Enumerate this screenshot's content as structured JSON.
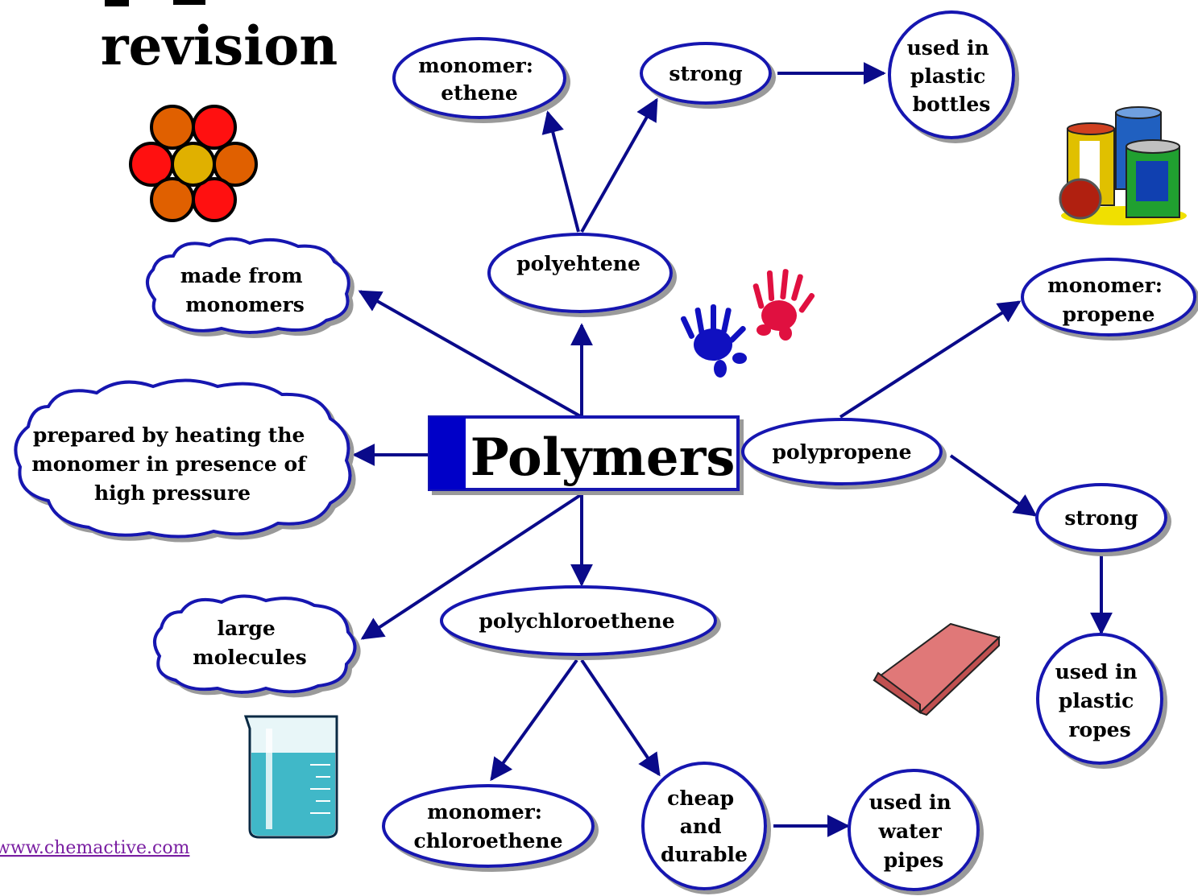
{
  "page": {
    "title_fragment": "revision",
    "center_label": "Polymers",
    "footer_link": "www.chemactive.com"
  },
  "nodes": {
    "mono_ethene": [
      "monomer:",
      "ethene"
    ],
    "strong_top": [
      "strong"
    ],
    "bottles": [
      "used in",
      "plastic",
      "bottles"
    ],
    "polyethene": [
      "polyehtene"
    ],
    "made_from": [
      "made from",
      "monomers"
    ],
    "prepared": [
      "prepared by heating the",
      "monomer in presence of",
      "high pressure"
    ],
    "large": [
      "large",
      "molecules"
    ],
    "polychloro": [
      "polychloroethene"
    ],
    "mono_chloro": [
      "monomer:",
      "chloroethene"
    ],
    "cheap": [
      "cheap",
      "and",
      "durable"
    ],
    "water": [
      "used in",
      "water",
      "pipes"
    ],
    "polypropene": [
      "polypropene"
    ],
    "mono_propene": [
      "monomer:",
      "propene"
    ],
    "strong_right": [
      "strong"
    ],
    "ropes": [
      "used in",
      "plastic",
      "ropes"
    ]
  },
  "colors": {
    "line": "#0a0a8a",
    "stroke": "#1212b0",
    "accent_bar": "#0000c8"
  },
  "icons": [
    "molecule-icon",
    "handprints-icon",
    "paint-cans-icon",
    "beaker-icon",
    "eraser-icon"
  ]
}
